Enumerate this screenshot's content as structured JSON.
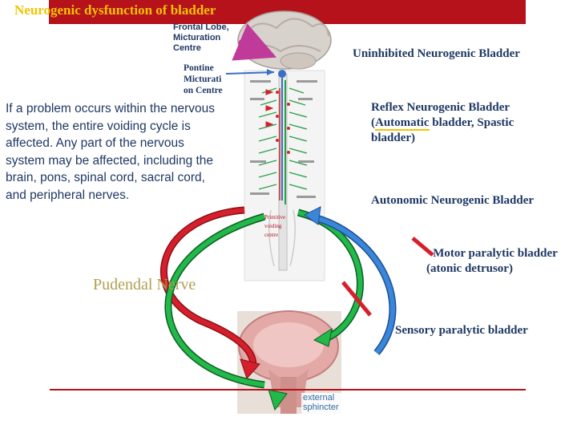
{
  "title": "Neurogenic dysfunction of bladder",
  "labels": {
    "frontal_lobe": [
      "Frontal Lobe,",
      "Micturation",
      "Centre"
    ],
    "pontine": [
      "Pontine",
      "Micturati",
      "on Centre"
    ],
    "primitive": [
      "Primitive",
      "voiding",
      "centre"
    ]
  },
  "paragraph": "If a problem occurs within the nervous system, the entire voiding cycle is affected. Any part of the nervous system may be affected, including the brain, pons, spinal cord, sacral cord, and peripheral nerves.",
  "pudendal": "Pudendal Nerve",
  "bladder_types": {
    "uninhibited": "Uninhibited Neurogenic Bladder",
    "reflex_line1": "Reflex Neurogenic Bladder",
    "reflex_open": "(",
    "reflex_automatic": "Automatic",
    "reflex_rest": " bladder, Spastic",
    "reflex_line3": "bladder)",
    "autonomic": "Autonomic Neurogenic Bladder",
    "motor_line1": "Motor paralytic bladder",
    "motor_line2": "(atonic detrusor)",
    "sensory": "Sensory paralytic bladder"
  },
  "figure_text": {
    "external": "external",
    "sphincter": "sphincter"
  },
  "colors": {
    "title_bar": "#b5121b",
    "title_text": "#f2c400",
    "label_text": "#1f3864",
    "arrow_magenta": "#c03a9a",
    "arrow_green": "#22b84a",
    "arrow_blue": "#3a86d8",
    "arrow_red": "#d61f2c"
  },
  "icons": [
    "brain-icon",
    "spinal-cord-icon",
    "bladder-icon"
  ]
}
